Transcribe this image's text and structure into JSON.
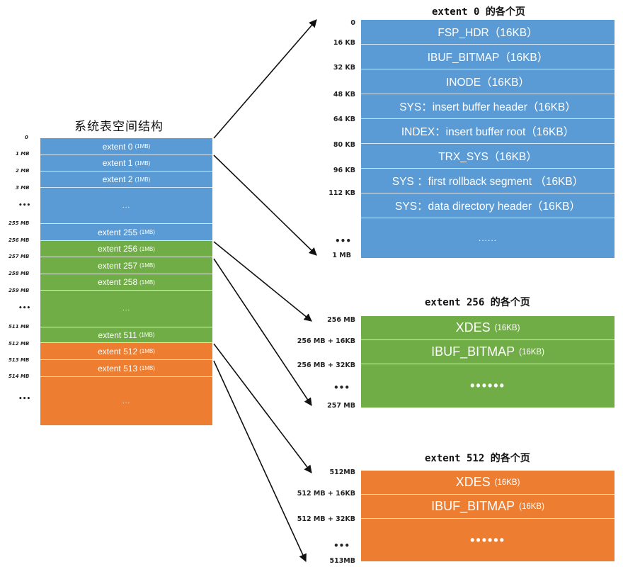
{
  "left": {
    "title": "系统表空间结构",
    "offsets": [
      "0",
      "1 MB",
      "2 MB",
      "3 MB",
      "•••",
      "255 MB",
      "256 MB",
      "257 MB",
      "258 MB",
      "259 MB",
      "•••",
      "511 MB",
      "512 MB",
      "513 MB",
      "514 MB",
      "•••"
    ],
    "rows": [
      {
        "label": "extent 0",
        "size": "(1MB)"
      },
      {
        "label": "extent 1",
        "size": "(1MB)"
      },
      {
        "label": "extent 2",
        "size": "(1MB)"
      },
      {
        "label": "...",
        "size": ""
      },
      {
        "label": "extent 255",
        "size": "(1MB)"
      },
      {
        "label": "extent 256",
        "size": "(1MB)"
      },
      {
        "label": "extent 257",
        "size": "(1MB)"
      },
      {
        "label": "extent 258",
        "size": "(1MB)"
      },
      {
        "label": "...",
        "size": ""
      },
      {
        "label": "extent 511",
        "size": "(1MB)"
      },
      {
        "label": "extent 512",
        "size": "(1MB)"
      },
      {
        "label": "extent 513",
        "size": "(1MB)"
      },
      {
        "label": "...",
        "size": ""
      }
    ]
  },
  "extent0": {
    "title": "extent 0 的各个页",
    "offsets": [
      "0",
      "16 KB",
      "32 KB",
      "48 KB",
      "64 KB",
      "80 KB",
      "96 KB",
      "112 KB",
      "•••",
      "1 MB"
    ],
    "rows": [
      {
        "label": "FSP_HDR（16KB）"
      },
      {
        "label": "IBUF_BITMAP（16KB）"
      },
      {
        "label": "INODE（16KB）"
      },
      {
        "label": "SYS：insert buffer header（16KB）"
      },
      {
        "label": "INDEX：insert buffer root（16KB）"
      },
      {
        "label": "TRX_SYS（16KB）"
      },
      {
        "label": "SYS ：first rollback segment （16KB）"
      },
      {
        "label": "SYS：data directory header（16KB）"
      },
      {
        "label": "......"
      }
    ]
  },
  "extent256": {
    "title": "extent 256 的各个页",
    "offsets": [
      "256 MB",
      "256 MB + 16KB",
      "256 MB + 32KB",
      "•••",
      "257 MB"
    ],
    "rows": [
      {
        "label": "XDES",
        "size": "(16KB)"
      },
      {
        "label": "IBUF_BITMAP",
        "size": "(16KB)"
      },
      {
        "label": "••••••",
        "size": ""
      }
    ]
  },
  "extent512": {
    "title": "extent 512 的各个页",
    "offsets": [
      "512MB",
      "512 MB + 16KB",
      "512 MB + 32KB",
      "•••",
      "513MB"
    ],
    "rows": [
      {
        "label": "XDES",
        "size": "(16KB)"
      },
      {
        "label": "IBUF_BITMAP",
        "size": "(16KB)"
      },
      {
        "label": "••••••",
        "size": ""
      }
    ]
  },
  "colors": {
    "blue": "#5b9bd5",
    "green": "#70ad47",
    "orange": "#ed7d31"
  }
}
